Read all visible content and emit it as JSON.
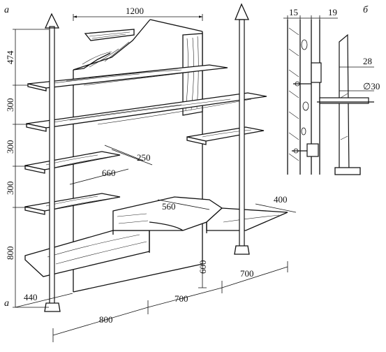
{
  "panels": {
    "a": "а",
    "b": "б"
  },
  "dims_main": {
    "width_top": "1200",
    "h1": "474",
    "h2": "300",
    "h3": "300",
    "h4": "300",
    "h5": "800",
    "shelf_depth": "250",
    "shelf_len": "660",
    "desk_radius": "560",
    "desk_depth_right": "400",
    "desk_height": "600",
    "bottom_440": "440",
    "bottom_800": "800",
    "bottom_700a": "700",
    "bottom_700b": "700"
  },
  "dims_detail": {
    "d15": "15",
    "d19": "19",
    "d28": "28",
    "d30": "∅30"
  }
}
